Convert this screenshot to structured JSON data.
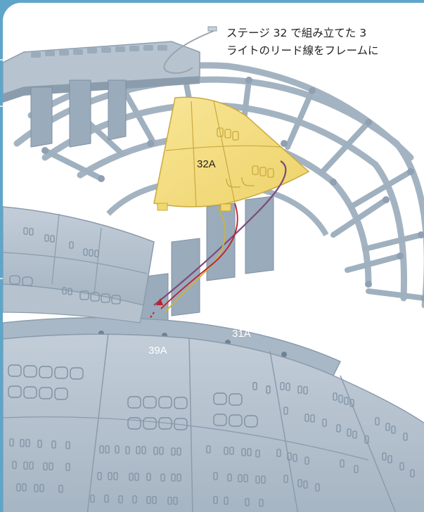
{
  "instruction": {
    "line1": "ステージ 32 で組み立てた 3",
    "line2": "ライトのリード線をフレームに"
  },
  "labels": {
    "part_32a": "32A",
    "part_31a": "31A",
    "part_39a": "39A"
  },
  "colors": {
    "background_accent": "#5fa5c9",
    "frame_gray": "#a9b8c6",
    "panel_gray": "#b4c1ce",
    "highlight_yellow": "#f4dd7d",
    "wire_red": "#c0202a",
    "wire_purple": "#7d4a7b"
  }
}
